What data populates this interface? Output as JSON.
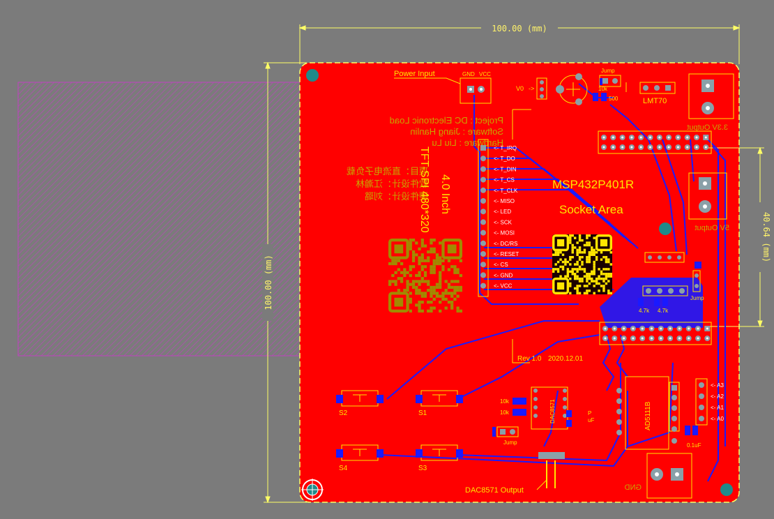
{
  "board": {
    "colors": {
      "background": "#7b7b7b",
      "copper_top": "#ff0000",
      "copper_bottom": "#1a1aff",
      "silkscreen": "#ffe600",
      "dimension": "#ffff66",
      "keepout": "#c040c0",
      "pad": "#8aa0a8"
    },
    "dimensions": {
      "width": "100.00 (mm)",
      "height": "100.00 (mm)",
      "partial": "40.64 (mm)"
    },
    "labels": {
      "power_input": "Power Input",
      "gnd_vcc_gnd": "GND",
      "gnd_vcc_vcc": "VCC",
      "project": "Project : DC Electronic Load",
      "software": "Software : Jiang Hanlin",
      "hardware": "Hardware : Liu Lu",
      "project_cn": "项目：直流电子负载",
      "software_cn": "软件设计：江瀚林",
      "hardware_cn": "硬件设计：刘璐",
      "tft_size": "4.0 Inch",
      "tft_spi": "TFT-SPI 480*320",
      "mcu": "MSP432P401R",
      "socket": "Socket Area",
      "lmt70": "LMT70",
      "out_33v": "3.3V Output",
      "out_5v": "5V Output",
      "v0": "V0",
      "jump": "Jump",
      "r10k": "10k",
      "r500": "500",
      "r47k_a": "4.7k",
      "r47k_b": "4.7k",
      "rev": "Rev 1.0",
      "date": "2020.12.01",
      "dac8571": "DAC8571",
      "dac_output": "DAC8571 Output",
      "ad5111b": "AD5111B",
      "gnd": "GND",
      "cap_01uf": "0.1uF",
      "s1": "S1",
      "s2": "S2",
      "s3": "S3",
      "s4": "S4",
      "p1": "P",
      "uf": "uF"
    },
    "tft_pins": [
      "<- T_IRQ",
      "<- T_DO",
      "<- T_DIN",
      "<- T_CS",
      "<- T_CLK",
      "<- MISO",
      "<- LED",
      "<- SCK",
      "<- MOSI",
      "<- DC/RS",
      "<- RESET",
      "<- CS",
      "<- GND",
      "<- VCC"
    ],
    "analog_pins": [
      "<- A3",
      "<- A2",
      "<- A1",
      "<- A0"
    ]
  }
}
